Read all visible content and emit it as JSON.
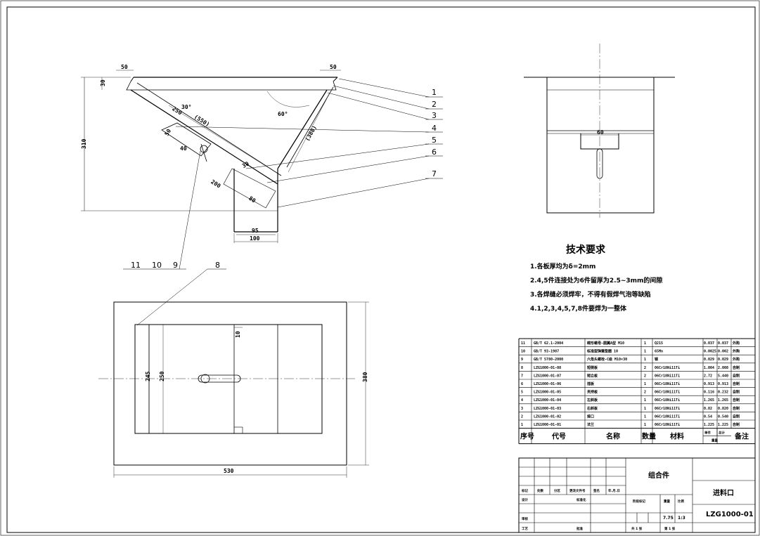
{
  "front_view": {
    "dims": {
      "top_left": "50",
      "top_right": "50",
      "flange_h": "30",
      "height": "310",
      "angle_left": "30°",
      "angle_right": "60°",
      "len_a": "250",
      "len_b": "(550)",
      "len_c": "(380)",
      "len_d": "50",
      "len_e": "40",
      "len_f": "200",
      "len_g": "30",
      "len_h": "80",
      "bottom_in": "95",
      "bottom_out": "100"
    },
    "callouts": [
      "1",
      "2",
      "3",
      "4",
      "5",
      "6",
      "7"
    ],
    "callout_8": "8",
    "callout_group": [
      "11",
      "10",
      "9"
    ]
  },
  "side_view": {
    "dims": {
      "width": "60"
    }
  },
  "top_view": {
    "dims": {
      "d1": "245",
      "d2": "250",
      "d3": "10",
      "overall_h": "380",
      "overall_w": "530"
    }
  },
  "tech": {
    "title": "技术要求",
    "items": [
      "1.各板厚均为δ=2mm",
      "2.4,5件连接处为6件留厚为2.5~3mm的间隙",
      "3.各焊缝必须焊牢，不得有假焊气泡等缺陷",
      "4.1,2,3,4,5,7,8件要焊为一整体"
    ]
  },
  "bom": {
    "rows": [
      [
        "11",
        "GB/T 62.1-2004",
        "蝶形螺母-圆翼A型 M10",
        "1",
        "Q215",
        "0.037",
        "0.037",
        "外购"
      ],
      [
        "10",
        "GB/T 93-1987",
        "标准型弹簧垫圈 10",
        "1",
        "65Mn",
        "0.0025",
        "0.002",
        "外购"
      ],
      [
        "9",
        "GB/T 5780-2000",
        "六角头螺栓-C级 M10×30",
        "1",
        "钢",
        "0.029",
        "0.029",
        "外购"
      ],
      [
        "8",
        "LZG1000-01-08",
        "短侧板",
        "2",
        "06Cr18Ni11Ti",
        "1.004",
        "2.008",
        "自制"
      ],
      [
        "7",
        "LZG1000-01-07",
        "短立板",
        "2",
        "06Cr18Ni11Ti",
        "2.72",
        "5.440",
        "自制"
      ],
      [
        "6",
        "LZG1000-01-06",
        "插板",
        "1",
        "06Cr18Ni11Ti",
        "0.913",
        "0.913",
        "自制"
      ],
      [
        "5",
        "LZG1000-01-05",
        "夹持板",
        "2",
        "06Cr18Ni11Ti",
        "0.116",
        "0.232",
        "自制"
      ],
      [
        "4",
        "LZG1000-01-04",
        "左斜板",
        "1",
        "06Cr18Ni11Ti",
        "1.265",
        "1.265",
        "自制"
      ],
      [
        "3",
        "LZG1000-01-03",
        "右斜板",
        "1",
        "06Cr18Ni11Ti",
        "0.82",
        "0.820",
        "自制"
      ],
      [
        "2",
        "LZG1000-01-02",
        "接口",
        "1",
        "06Cr18Ni11Ti",
        "0.54",
        "0.540",
        "自制"
      ],
      [
        "1",
        "LZG1000-01-01",
        "法兰",
        "1",
        "06Cr18Ni11Ti",
        "1.225",
        "1.225",
        "自制"
      ]
    ],
    "header": {
      "no": "序号",
      "code": "代号",
      "name": "名称",
      "qty": "数量",
      "material": "材料",
      "unit": "单件",
      "total": "总计",
      "weight": "重量",
      "note": "备注"
    }
  },
  "title_block": {
    "part_name": "组合件",
    "product": "进料口",
    "drawing_no": "LZG1000-01",
    "mass": "7.75",
    "scale": "1:3",
    "labels": {
      "mark": "标记",
      "count": "处数",
      "zone": "分区",
      "doc": "更改文件号",
      "sign": "签名",
      "date": "年.月.日",
      "design": "设计",
      "std": "标准化",
      "stage": "阶段标记",
      "weight": "重量",
      "scale": "比例",
      "check": "审核",
      "process": "工艺",
      "approve": "批准",
      "sheets": "共 1 张",
      "sheet": "第 1 张"
    }
  }
}
